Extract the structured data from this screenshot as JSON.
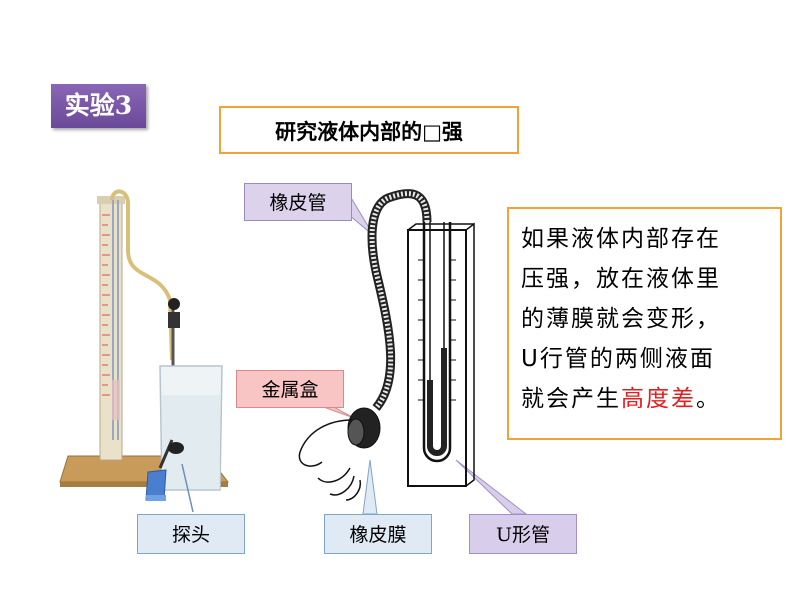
{
  "badge": "实验3",
  "title": "研究液体内部的□强",
  "labels": {
    "rubber_tube": "橡皮管",
    "metal_box": "金属盒",
    "probe": "探头",
    "rubber_film": "橡皮膜",
    "u_tube": "U形管"
  },
  "explanation": {
    "line1": "如果液体内部存在",
    "line2": "压强，放在液体里",
    "line3": "的薄膜就会变形，",
    "line4": "U行管的两侧液面",
    "line5_prefix": "就会产生",
    "line5_highlight": "高度差",
    "line5_suffix": "。"
  },
  "colors": {
    "badge_bg": "#7b58a8",
    "box_border": "#f2a23a",
    "highlight": "#e02020"
  }
}
